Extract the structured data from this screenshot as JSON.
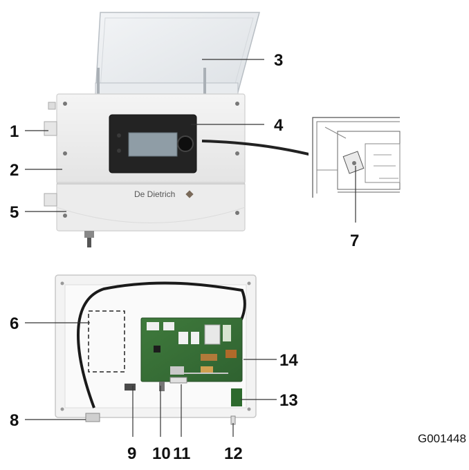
{
  "brand": "De Dietrich",
  "reference": "G001448",
  "callouts": [
    "1",
    "2",
    "3",
    "4",
    "5",
    "6",
    "7",
    "8",
    "9",
    "10",
    "11",
    "12",
    "13",
    "14"
  ]
}
